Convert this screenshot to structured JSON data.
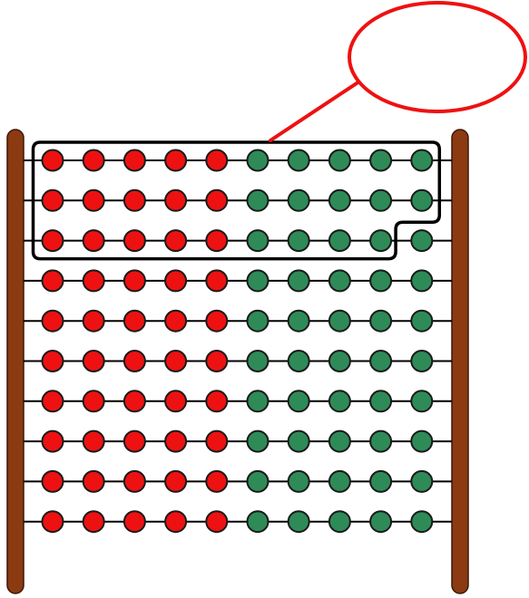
{
  "abacus": {
    "rows": 10,
    "beads_per_row": 10,
    "left_group_count": 5,
    "left_color": "#ee1111",
    "right_color": "#2e8b57",
    "frame_color": "#8b3a12",
    "wire_color": "#000000"
  },
  "highlight": {
    "full_rows": 2,
    "partial_row_beads": 9,
    "outline_color": "#000000"
  },
  "callout": {
    "text": "",
    "color": "#ee1111"
  }
}
